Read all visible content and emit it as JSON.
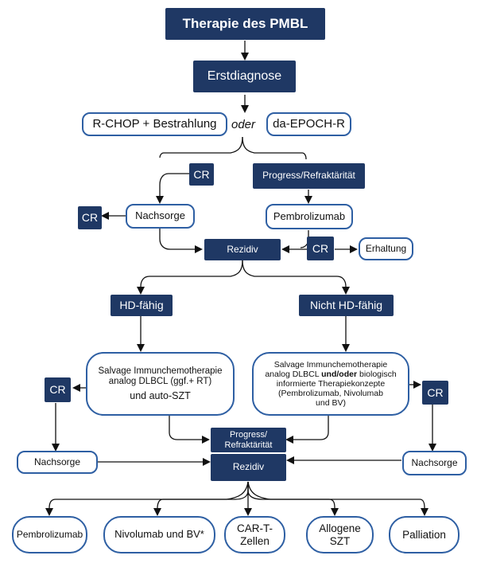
{
  "colors": {
    "dark_node": "#1f3864",
    "outline": "#2e5fa3",
    "arrow": "#111111"
  },
  "title": "Therapie des PMBL",
  "erstdiagnose": "Erstdiagnose",
  "first_line": {
    "left": "R-CHOP + Bestrahlung",
    "connector": "oder",
    "right": "da-EPOCH-R"
  },
  "branch_cr": "CR",
  "branch_progress": "Progress/Refraktärität",
  "cr_left": "CR",
  "nachsorge_1": "Nachsorge",
  "pembrolizumab_1": "Pembrolizumab",
  "rezidiv_1": "Rezidiv",
  "cr_right": "CR",
  "erhaltung": "Erhaltung",
  "hd_faehig": "HD-fähig",
  "nicht_hd_faehig": "Nicht HD-fähig",
  "salvage_left": {
    "line1": "Salvage Immunchemotherapie",
    "line2": "analog DLBCL (ggf.+ RT)",
    "line3": "und auto-SZT"
  },
  "salvage_right": {
    "line1": "Salvage Immunchemotherapie",
    "line2_pre": "analog DLBCL ",
    "line2_bold": "und/oder",
    "line2_post": " biologisch",
    "line3": "informierte Therapiekonzepte",
    "line4": "(Pembrolizumab, Nivolumab",
    "line5": "und BV)"
  },
  "cr_mid_left": "CR",
  "cr_mid_right": "CR",
  "progress_2": {
    "line1": "Progress/",
    "line2": "Refraktärität"
  },
  "rezidiv_2": "Rezidiv",
  "nachsorge_left": "Nachsorge",
  "nachsorge_right": "Nachsorge",
  "options": {
    "pembrolizumab": "Pembrolizumab",
    "nivolumab": "Nivolumab und BV*",
    "cart": {
      "line1": "CAR-T-",
      "line2": "Zellen"
    },
    "allogene": {
      "line1": "Allogene",
      "line2": "SZT"
    },
    "palliation": "Palliation"
  }
}
